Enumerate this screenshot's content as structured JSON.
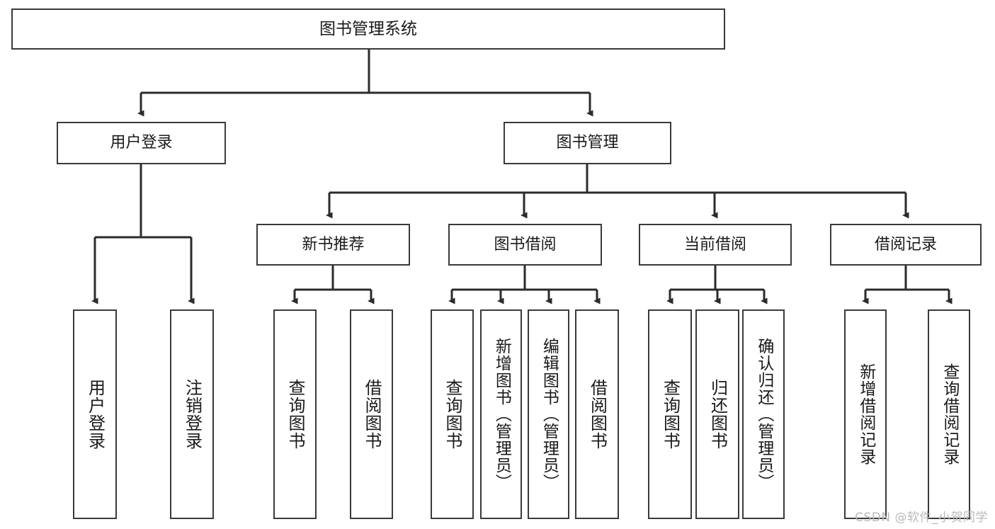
{
  "diagram": {
    "title": "图书管理系统",
    "watermark": "CSDN @软件_小贺同学",
    "colors": {
      "box_border": "#3a3a3a",
      "box_fill": "#ffffff",
      "connector": "#2b2b2b",
      "text": "#1a1a1a",
      "watermark": "#b9b9b9"
    },
    "levels": {
      "root": "图书管理系统",
      "level1": [
        "用户登录",
        "图书管理"
      ],
      "level2": [
        "新书推荐",
        "图书借阅",
        "当前借阅",
        "借阅记录"
      ]
    },
    "nodes": {
      "root": {
        "label": "图书管理系统"
      },
      "user_login": {
        "label": "用户登录"
      },
      "book_manage": {
        "label": "图书管理"
      },
      "new_book_rec": {
        "label": "新书推荐"
      },
      "book_borrow": {
        "label": "图书借阅"
      },
      "current_borrow": {
        "label": "当前借阅"
      },
      "borrow_record": {
        "label": "借阅记录"
      }
    },
    "leaves": {
      "user_login_1": {
        "label": "用户登录"
      },
      "user_login_2": {
        "label": "注销登录"
      },
      "new_book_1": {
        "label": "查询图书"
      },
      "new_book_2": {
        "label": "借阅图书"
      },
      "borrow_1": {
        "label": "查询图书"
      },
      "borrow_2": {
        "label": "新增图书（管理员）"
      },
      "borrow_3": {
        "label": "编辑图书（管理员）"
      },
      "borrow_4": {
        "label": "借阅图书"
      },
      "current_1": {
        "label": "查询图书"
      },
      "current_2": {
        "label": "归还图书"
      },
      "current_3": {
        "label": "确认归还（管理员）"
      },
      "record_1": {
        "label": "新增借阅记录"
      },
      "record_2": {
        "label": "查询借阅记录"
      }
    }
  }
}
